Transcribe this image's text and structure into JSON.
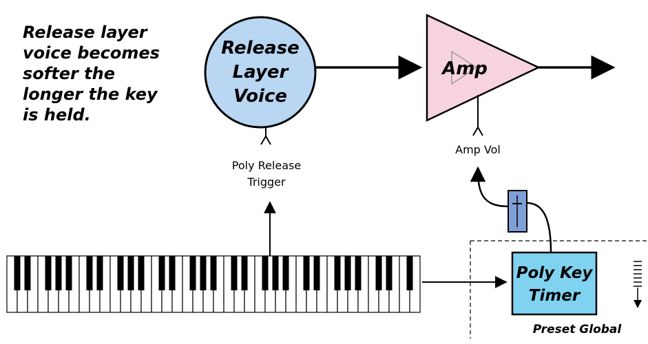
{
  "caption": {
    "lines": [
      "Release layer",
      "voice becomes",
      "softer the",
      "longer the key",
      "is held."
    ]
  },
  "release_voice": {
    "lines": [
      "Release",
      "Layer",
      "Voice"
    ],
    "fill": "#b9d6f2"
  },
  "amp": {
    "label": "Amp",
    "fill": "#f7d3e1"
  },
  "amp_vol": {
    "label": "Amp Vol"
  },
  "poly_release_trigger": {
    "lines": [
      "Poly Release",
      "Trigger"
    ]
  },
  "poly_key_timer": {
    "lines": [
      "Poly Key",
      "Timer"
    ],
    "fill": "#7fd3f0"
  },
  "preset_global": {
    "label": "Preset Global"
  },
  "fader": {
    "fill": "#7fa0d6"
  },
  "icons": [
    "keyboard-icon",
    "fader-icon",
    "timer-tick-scale-icon"
  ]
}
